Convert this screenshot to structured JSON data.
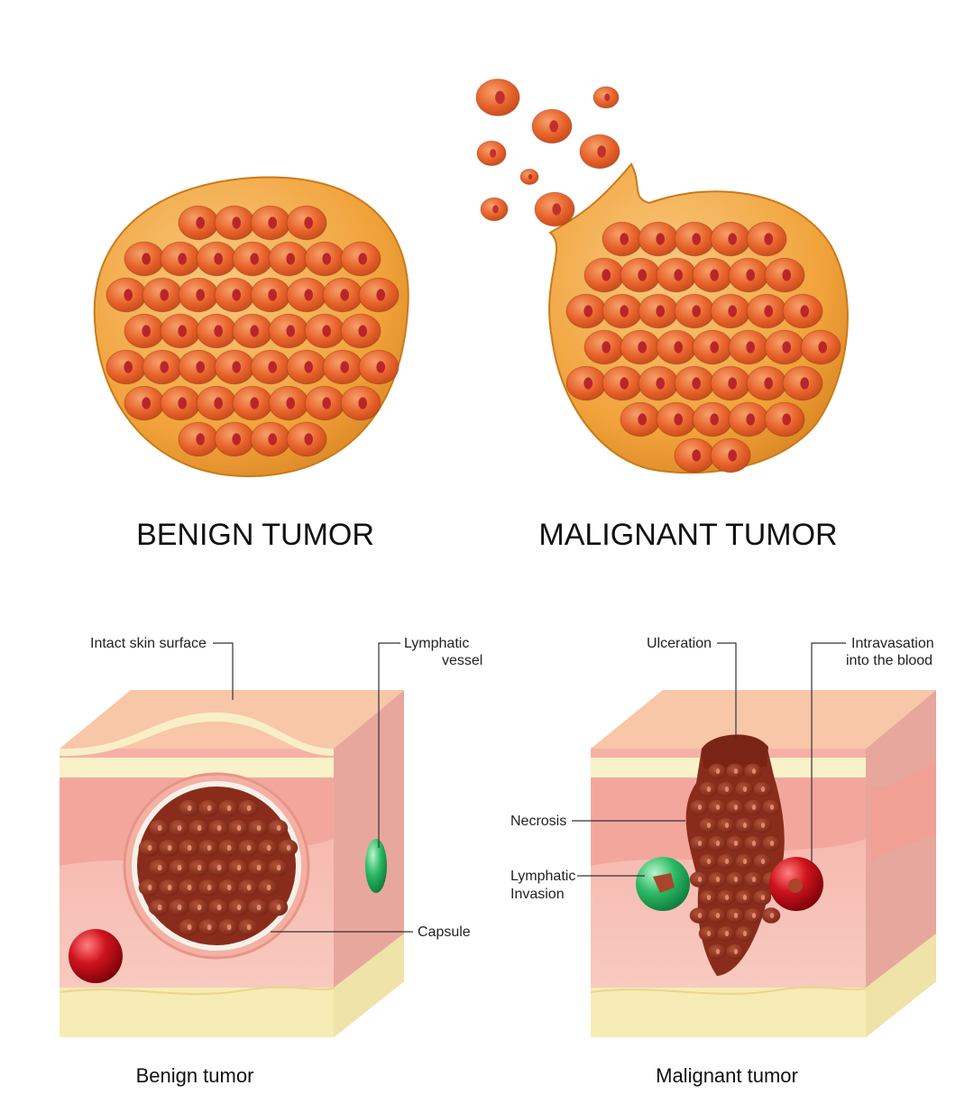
{
  "top_panel": {
    "benign_title": "BENIGN TUMOR",
    "malignant_title": "MALIGNANT TUMOR"
  },
  "bottom_panel": {
    "benign_caption": "Benign tumor",
    "malignant_caption": "Malignant tumor",
    "benign_callouts": {
      "intact_skin": "Intact skin surface",
      "lymphatic_vessel_line1": "Lymphatic",
      "lymphatic_vessel_line2": "vessel",
      "capsule": "Capsule"
    },
    "malignant_callouts": {
      "ulceration": "Ulceration",
      "intravasation_line1": "Intravasation",
      "intravasation_line2": "into the blood",
      "necrosis": "Necrosis",
      "lymphatic_invasion_line1": "Lymphatic",
      "lymphatic_invasion_line2": "Invasion"
    }
  },
  "colors": {
    "cell_fill": "#e8622a",
    "tumor_shell": "#f2a43a",
    "skin_pink": "#f6b5ac",
    "skin_top": "#f7c7a8",
    "fat_yellow": "#f7ecb5",
    "blood_red": "#c0101a",
    "lymph_green": "#1ea85a",
    "dark_tumor": "#8a2c1c"
  }
}
